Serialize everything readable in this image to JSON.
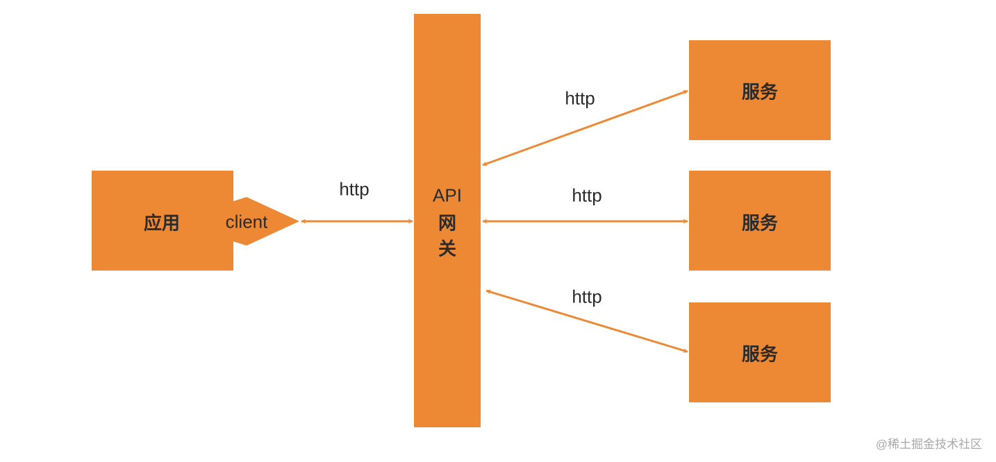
{
  "colors": {
    "box": "#ED8935",
    "arrow": "#ED8935",
    "text": "#2b2b2b"
  },
  "app": {
    "label": "应用",
    "client_label": "client"
  },
  "gateway": {
    "line1": "API",
    "line2": "网",
    "line3": "关"
  },
  "services": [
    {
      "label": "服务"
    },
    {
      "label": "服务"
    },
    {
      "label": "服务"
    }
  ],
  "connections": [
    {
      "label": "http"
    },
    {
      "label": "http"
    },
    {
      "label": "http"
    },
    {
      "label": "http"
    }
  ],
  "watermark": "@稀土掘金技术社区"
}
